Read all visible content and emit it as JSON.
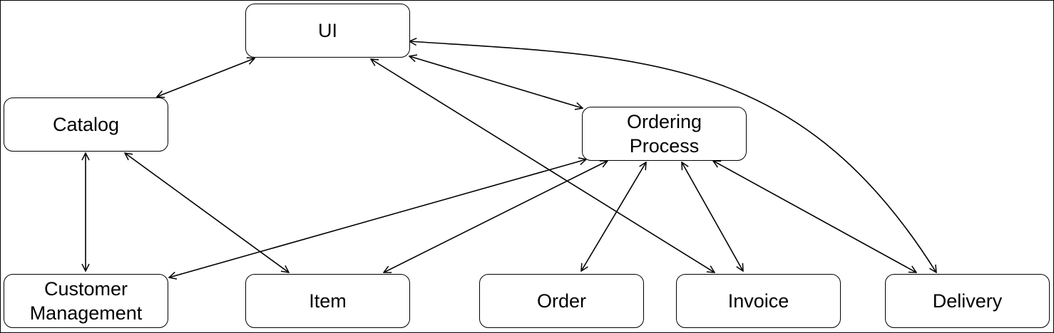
{
  "diagram": {
    "nodes": [
      {
        "id": "ui",
        "label": "UI"
      },
      {
        "id": "catalog",
        "label": "Catalog"
      },
      {
        "id": "ordering",
        "label": "Ordering\nProcess"
      },
      {
        "id": "customer",
        "label": "Customer\nManagement"
      },
      {
        "id": "item",
        "label": "Item"
      },
      {
        "id": "order",
        "label": "Order"
      },
      {
        "id": "invoice",
        "label": "Invoice"
      },
      {
        "id": "delivery",
        "label": "Delivery"
      }
    ],
    "edges": [
      {
        "from": "ui",
        "to": "catalog",
        "direction": "both"
      },
      {
        "from": "ui",
        "to": "ordering",
        "direction": "both"
      },
      {
        "from": "ui",
        "to": "invoice",
        "direction": "both"
      },
      {
        "from": "ui",
        "to": "delivery",
        "direction": "both"
      },
      {
        "from": "catalog",
        "to": "customer",
        "direction": "both"
      },
      {
        "from": "catalog",
        "to": "item",
        "direction": "both"
      },
      {
        "from": "ordering",
        "to": "customer",
        "direction": "both"
      },
      {
        "from": "ordering",
        "to": "item",
        "direction": "both"
      },
      {
        "from": "ordering",
        "to": "order",
        "direction": "both"
      },
      {
        "from": "ordering",
        "to": "invoice",
        "direction": "both"
      },
      {
        "from": "ordering",
        "to": "delivery",
        "direction": "both"
      }
    ]
  }
}
